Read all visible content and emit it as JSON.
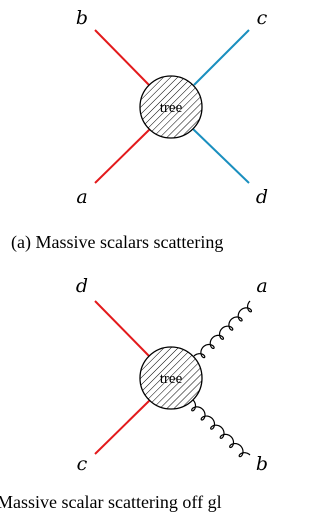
{
  "diagrams": [
    {
      "labels": {
        "top_left": "b",
        "top_right": "c",
        "bottom_left": "a",
        "bottom_right": "d"
      },
      "blob_label": "tree",
      "caption": "(a) Massive scalars scattering",
      "line_styles": {
        "top_left": "straight",
        "bottom_left": "straight",
        "top_right": "straight",
        "bottom_right": "straight"
      },
      "colors": {
        "top_left": "#e31a1c",
        "bottom_left": "#e31a1c",
        "top_right": "#1a8fbf",
        "bottom_right": "#1a8fbf"
      }
    },
    {
      "labels": {
        "top_left": "d",
        "top_right": "a",
        "bottom_left": "c",
        "bottom_right": "b"
      },
      "blob_label": "tree",
      "caption": "Massive scalar scattering off gl",
      "line_styles": {
        "top_left": "straight",
        "bottom_left": "straight",
        "top_right": "gluon",
        "bottom_right": "gluon"
      },
      "colors": {
        "top_left": "#e31a1c",
        "bottom_left": "#e31a1c",
        "top_right": "#000000",
        "bottom_right": "#000000"
      }
    }
  ]
}
